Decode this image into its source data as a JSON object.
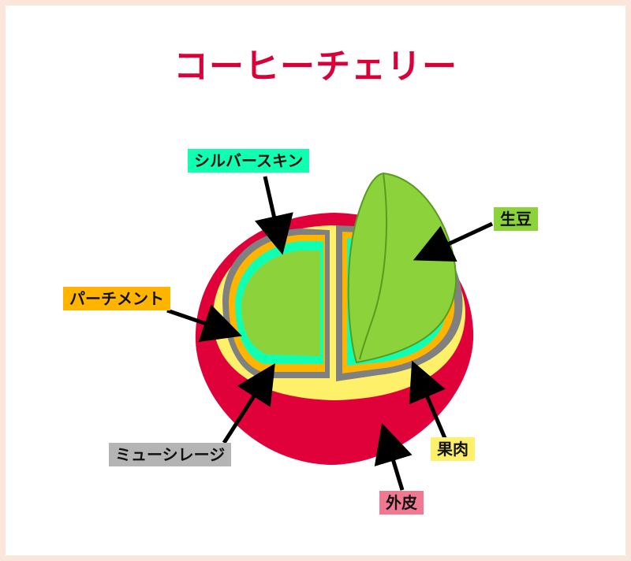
{
  "title": "コーヒーチェリー",
  "labels": {
    "silverskin": "シルバースキン",
    "bean": "生豆",
    "parchment": "パーチメント",
    "mucilage": "ミューシレージ",
    "pulp": "果肉",
    "skin": "外皮"
  },
  "colors": {
    "title": "#d9003a",
    "skin": "#e0003a",
    "pulp": "#fff06a",
    "mucilage": "#808080",
    "parchment": "#ffb400",
    "silverskin": "#10ffb0",
    "bean": "#8cd23a",
    "background": "#fbe6dc"
  }
}
